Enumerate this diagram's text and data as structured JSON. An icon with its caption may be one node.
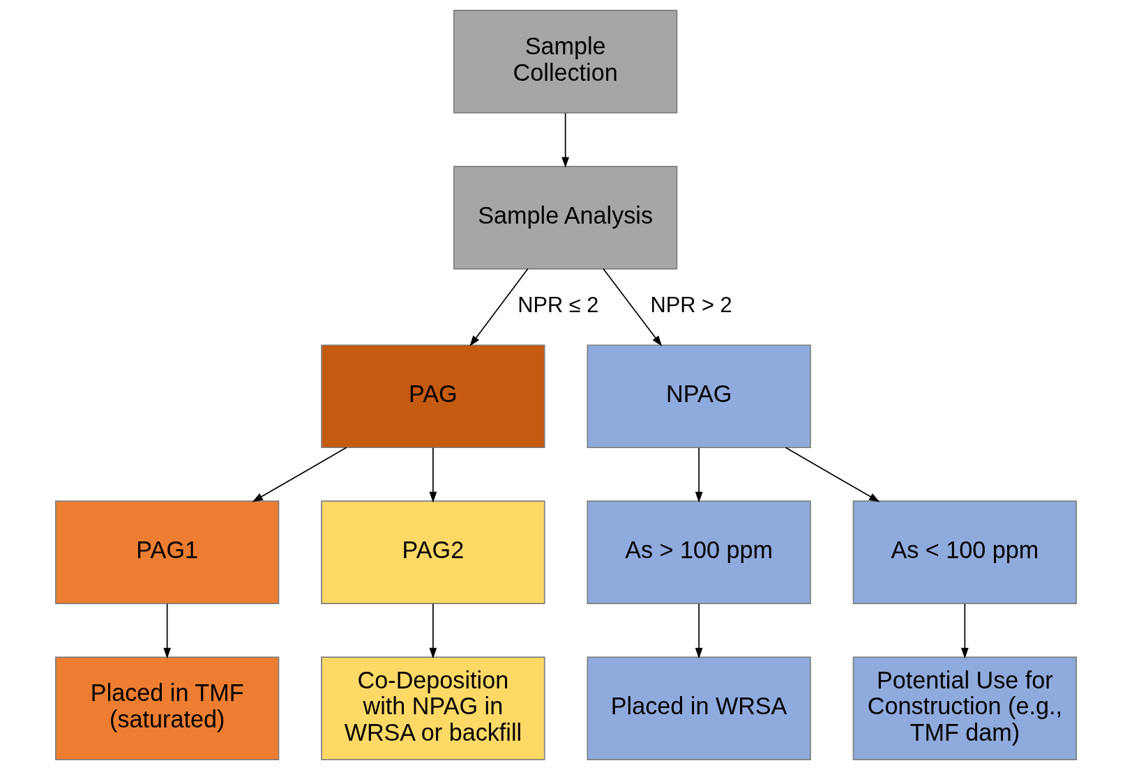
{
  "diagram": {
    "nodes": [
      {
        "text": [
          "Sample Collection"
        ]
      },
      {
        "text": [
          "Sample Analysis"
        ]
      },
      {
        "text": [
          "PAG"
        ]
      },
      {
        "text": [
          "NPAG"
        ]
      },
      {
        "text": [
          "PAG1"
        ]
      },
      {
        "text": [
          "PAG2"
        ]
      },
      {
        "text": [
          "As > 100 ppm"
        ]
      },
      {
        "text": [
          "As < 100 ppm"
        ]
      },
      {
        "text": [
          "Placed in TMF (saturated)"
        ]
      },
      {
        "text": [
          "Co-Deposition with NPAG in WRSA or backfill"
        ]
      },
      {
        "text": [
          "Placed in WRSA"
        ]
      },
      {
        "text": [
          "Potential Use for Construction (e.g., TMF dam)"
        ]
      }
    ],
    "edges": [
      {
        "from": 0,
        "to": 1,
        "arrow": "to"
      },
      {
        "from": 1,
        "to": 2,
        "arrow": "to",
        "label": "NPR ≤ 2"
      },
      {
        "from": 1,
        "to": 3,
        "arrow": "to",
        "label": "NPR > 2"
      },
      {
        "from": 2,
        "to": 4,
        "arrow": "to"
      },
      {
        "from": 2,
        "to": 5,
        "arrow": "to"
      },
      {
        "from": 3,
        "to": 6,
        "arrow": "to"
      },
      {
        "from": 3,
        "to": 7,
        "arrow": "to"
      },
      {
        "from": 4,
        "to": 8,
        "arrow": "to"
      },
      {
        "from": 5,
        "to": 9,
        "arrow": "to"
      },
      {
        "from": 6,
        "to": 10,
        "arrow": "to"
      },
      {
        "from": 7,
        "to": 11,
        "arrow": "to"
      }
    ]
  }
}
